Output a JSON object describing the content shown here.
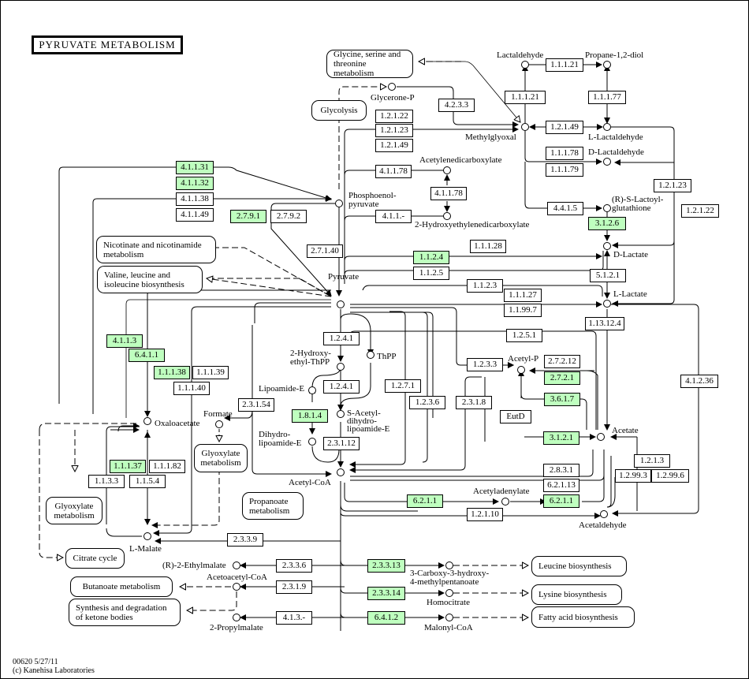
{
  "title": "PYRUVATE METABOLISM",
  "highlight_color": "#bfffbf",
  "footer": {
    "map_id_date": "00620 5/27/11",
    "copyright": "(c) Kanehisa Laboratories"
  },
  "pathways": {
    "glycine": "Glycine, serine and threonine metabolism",
    "glycolysis": "Glycolysis",
    "nicotinate": "Nicotinate and nicotinamide metabolism",
    "valine": "Valine, leucine and isoleucine biosynthesis",
    "glyoxylate_mid": "Glyoxylate metabolism",
    "glyoxylate_left": "Glyoxylate metabolism",
    "propanoate": "Propanoate metabolism",
    "citrate": "Citrate cycle",
    "butanoate": "Butanoate metabolism",
    "ketone": "Synthesis and degradation of ketone bodies",
    "leucine": "Leucine biosynthesis",
    "lysine": "Lysine biosynthesis",
    "fatty": "Fatty acid biosynthesis"
  },
  "compounds": {
    "lactaldehyde": "Lactaldehyde",
    "propanediol": "Propane-1,2-diol",
    "glycerone_p": "Glycerone-P",
    "methylglyoxal": "Methylglyoxal",
    "l_lactaldehyde": "L-Lactaldehyde",
    "d_lactaldehyde": "D-Lactaldehyde",
    "acetylenedicarboxylate": "Acetylenedicarboxylate",
    "hydroxyethylenedicarboxylate": "2-Hydroxyethylenedicarboxylate",
    "pep": "Phosphoenol-\npyruvate",
    "lactoylglutathione": "(R)-S-Lactoyl-\nglutathione",
    "d_lactate": "D-Lactate",
    "l_lactate": "L-Lactate",
    "pyruvate": "Pyruvate",
    "hydroxyethyl_thpp": "2-Hydroxy-\nethyl-ThPP",
    "thpp": "ThPP",
    "lipoamide_e": "Lipoamide-E",
    "s_acetyl": "S-Acetyl-\ndihydro-\nlipoamide-E",
    "dihydrolipoamide": "Dihydro-\nlipoamide-E",
    "acetyl_coa": "Acetyl-CoA",
    "acetyl_p": "Acetyl-P",
    "acetate": "Acetate",
    "acetyladenylate": "Acetyladenylate",
    "acetaldehyde": "Acetaldehyde",
    "oxaloacetate": "Oxaloacetate",
    "formate": "Formate",
    "l_malate": "L-Malate",
    "ethylmalate": "(R)-2-Ethylmalate",
    "acetoacetyl_coa": "Acetoacetyl-CoA",
    "propylmalate": "2-Propylmalate",
    "carboxy_hydroxy": "3-Carboxy-3-hydroxy-\n4-methylpentanoate",
    "homocitrate": "Homocitrate",
    "malonyl_coa": "Malonyl-CoA"
  },
  "enzymes": [
    {
      "id": "1.1.1.21",
      "hl": false
    },
    {
      "id": "1.1.1.21",
      "hl": false
    },
    {
      "id": "1.1.1.77",
      "hl": false
    },
    {
      "id": "4.2.3.3",
      "hl": false
    },
    {
      "id": "1.2.1.22",
      "hl": false
    },
    {
      "id": "1.2.1.23",
      "hl": false
    },
    {
      "id": "1.2.1.49",
      "hl": false
    },
    {
      "id": "1.2.1.49",
      "hl": false
    },
    {
      "id": "1.1.1.78",
      "hl": false
    },
    {
      "id": "1.1.1.79",
      "hl": false
    },
    {
      "id": "4.1.1.78",
      "hl": false
    },
    {
      "id": "4.1.1.78",
      "hl": false
    },
    {
      "id": "4.1.1.-",
      "hl": false
    },
    {
      "id": "4.4.1.5",
      "hl": false
    },
    {
      "id": "3.1.2.6",
      "hl": true
    },
    {
      "id": "1.2.1.23",
      "hl": false
    },
    {
      "id": "1.2.1.22",
      "hl": false
    },
    {
      "id": "4.1.1.31",
      "hl": true
    },
    {
      "id": "4.1.1.32",
      "hl": true
    },
    {
      "id": "4.1.1.38",
      "hl": false
    },
    {
      "id": "4.1.1.49",
      "hl": false
    },
    {
      "id": "2.7.9.1",
      "hl": true
    },
    {
      "id": "2.7.9.2",
      "hl": false
    },
    {
      "id": "2.7.1.40",
      "hl": false
    },
    {
      "id": "1.1.1.28",
      "hl": false
    },
    {
      "id": "1.1.2.4",
      "hl": true
    },
    {
      "id": "1.1.2.5",
      "hl": false
    },
    {
      "id": "5.1.2.1",
      "hl": false
    },
    {
      "id": "1.1.2.3",
      "hl": false
    },
    {
      "id": "1.1.1.27",
      "hl": false
    },
    {
      "id": "1.1.99.7",
      "hl": false
    },
    {
      "id": "1.13.12.4",
      "hl": false
    },
    {
      "id": "1.2.5.1",
      "hl": false
    },
    {
      "id": "1.2.4.1",
      "hl": false
    },
    {
      "id": "1.2.4.1",
      "hl": false
    },
    {
      "id": "4.1.1.3",
      "hl": true
    },
    {
      "id": "6.4.1.1",
      "hl": true
    },
    {
      "id": "1.1.1.38",
      "hl": true
    },
    {
      "id": "1.1.1.39",
      "hl": false
    },
    {
      "id": "1.1.1.40",
      "hl": false
    },
    {
      "id": "1.2.3.3",
      "hl": false
    },
    {
      "id": "2.7.2.12",
      "hl": false
    },
    {
      "id": "2.7.2.1",
      "hl": true
    },
    {
      "id": "3.6.1.7",
      "hl": true
    },
    {
      "id": "4.1.2.36",
      "hl": false
    },
    {
      "id": "1.2.7.1",
      "hl": false
    },
    {
      "id": "1.2.3.6",
      "hl": false
    },
    {
      "id": "2.3.1.8",
      "hl": false
    },
    {
      "id": "EutD",
      "hl": false
    },
    {
      "id": "2.3.1.54",
      "hl": false
    },
    {
      "id": "1.8.1.4",
      "hl": true
    },
    {
      "id": "2.3.1.12",
      "hl": false
    },
    {
      "id": "3.1.2.1",
      "hl": true
    },
    {
      "id": "2.8.3.1",
      "hl": false
    },
    {
      "id": "6.2.1.13",
      "hl": false
    },
    {
      "id": "6.2.1.1",
      "hl": true
    },
    {
      "id": "6.2.1.1",
      "hl": true
    },
    {
      "id": "1.2.1.10",
      "hl": false
    },
    {
      "id": "1.2.1.3",
      "hl": false
    },
    {
      "id": "1.2.99.3",
      "hl": false
    },
    {
      "id": "1.2.99.6",
      "hl": false
    },
    {
      "id": "1.1.1.37",
      "hl": true
    },
    {
      "id": "1.1.1.82",
      "hl": false
    },
    {
      "id": "1.1.3.3",
      "hl": false
    },
    {
      "id": "1.1.5.4",
      "hl": false
    },
    {
      "id": "2.3.3.9",
      "hl": false
    },
    {
      "id": "2.3.3.6",
      "hl": false
    },
    {
      "id": "2.3.1.9",
      "hl": false
    },
    {
      "id": "4.1.3.-",
      "hl": false
    },
    {
      "id": "2.3.3.13",
      "hl": true
    },
    {
      "id": "2.3.3.14",
      "hl": true
    },
    {
      "id": "6.4.1.2",
      "hl": true
    }
  ]
}
